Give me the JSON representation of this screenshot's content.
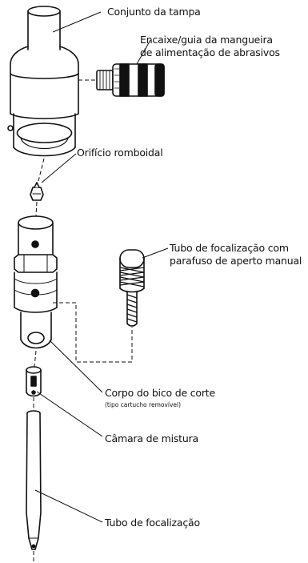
{
  "labels": {
    "cap_assembly": "Conjunto da tampa",
    "hose_fitting_line1": "Encaixe/guia da mangueira",
    "hose_fitting_line2": "de alimentação de abrasivos",
    "diamond_orifice": "Orifício romboidal",
    "focus_tube_screw_line1": "Tubo de focalização com",
    "focus_tube_screw_line2": "parafuso de aperto manual",
    "nozzle_body": "Corpo do bico de corte",
    "nozzle_body_note": "(tipo cartucho removível)",
    "mixing_chamber": "Câmara de mistura",
    "focusing_tube": "Tubo de focalização"
  }
}
